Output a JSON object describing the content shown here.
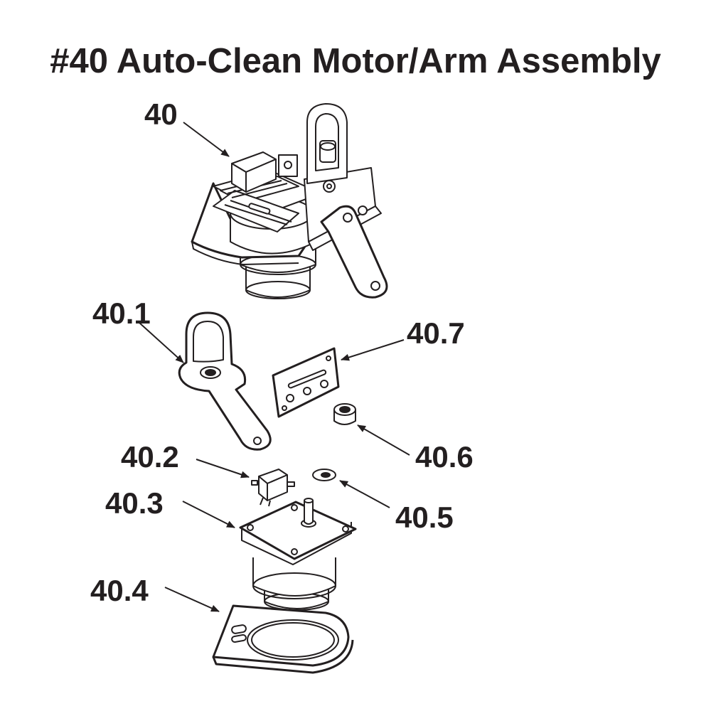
{
  "title": "#40 Auto-Clean Motor/Arm Assembly",
  "callouts": {
    "c40": "40",
    "c40_1": "40.1",
    "c40_2": "40.2",
    "c40_3": "40.3",
    "c40_4": "40.4",
    "c40_5": "40.5",
    "c40_6": "40.6",
    "c40_7": "40.7"
  },
  "colors": {
    "ink": "#231f20",
    "paper": "#ffffff"
  }
}
